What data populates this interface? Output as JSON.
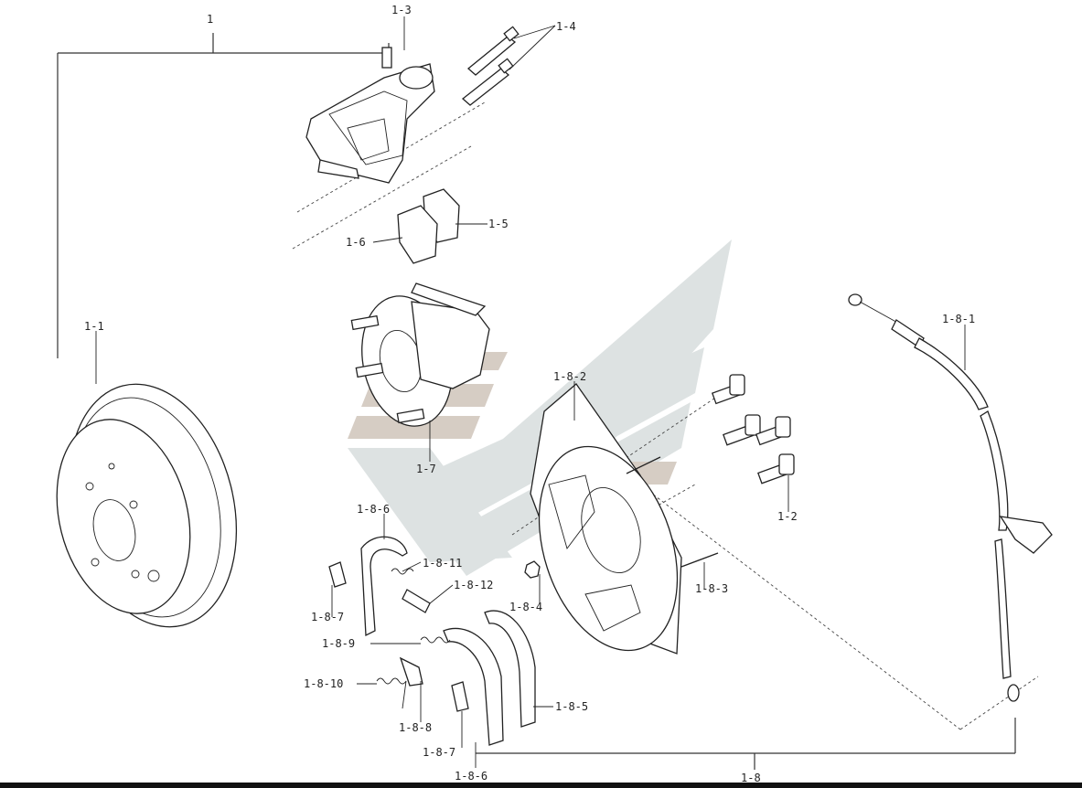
{
  "labels": {
    "l1": "1",
    "l1_1": "1-1",
    "l1_2": "1-2",
    "l1_3": "1-3",
    "l1_4": "1-4",
    "l1_5": "1-5",
    "l1_6": "1-6",
    "l1_7": "1-7",
    "l1_8": "1-8",
    "l1_8_1": "1-8-1",
    "l1_8_2": "1-8-2",
    "l1_8_3": "1-8-3",
    "l1_8_4": "1-8-4",
    "l1_8_5": "1-8-5",
    "l1_8_6a": "1-8-6",
    "l1_8_6b": "1-8-6",
    "l1_8_7a": "1-8-7",
    "l1_8_7b": "1-8-7",
    "l1_8_8": "1-8-8",
    "l1_8_9": "1-8-9",
    "l1_8_10": "1-8-10",
    "l1_8_11": "1-8-11",
    "l1_8_12": "1-8-12"
  },
  "colors": {
    "line": "#333333",
    "watermark_grey": "#d5dbdb",
    "watermark_tan": "#c9bfb3"
  }
}
